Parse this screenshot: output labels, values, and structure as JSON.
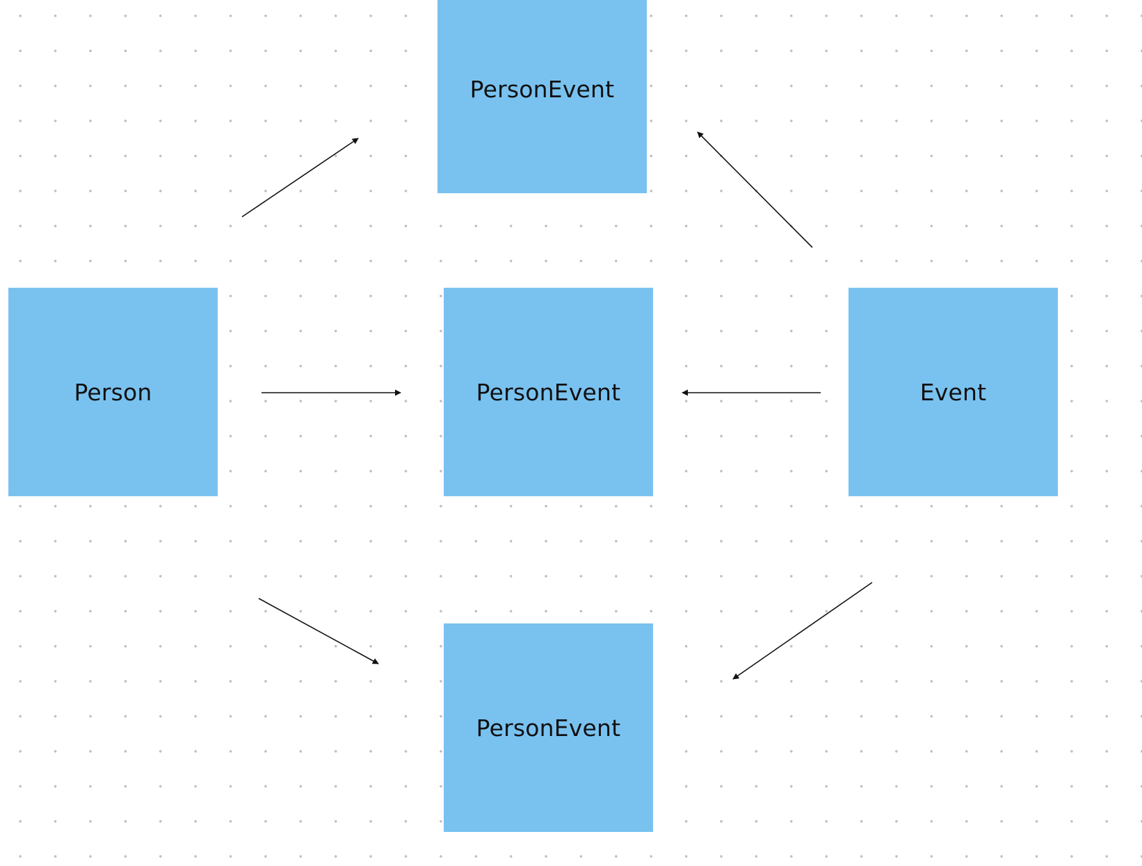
{
  "colors": {
    "node_fill": "#79c2f0",
    "arrow": "#111111",
    "grid_dot": "#b9bfc6",
    "background": "#ffffff"
  },
  "nodes": {
    "person_event_top": "PersonEvent",
    "person": "Person",
    "person_event_middle": "PersonEvent",
    "event": "Event",
    "person_event_bottom": "PersonEvent"
  },
  "edges": [
    {
      "from": "person",
      "to": "person_event_top"
    },
    {
      "from": "event",
      "to": "person_event_top"
    },
    {
      "from": "person",
      "to": "person_event_middle"
    },
    {
      "from": "event",
      "to": "person_event_middle"
    },
    {
      "from": "person",
      "to": "person_event_bottom"
    },
    {
      "from": "event",
      "to": "person_event_bottom"
    }
  ]
}
